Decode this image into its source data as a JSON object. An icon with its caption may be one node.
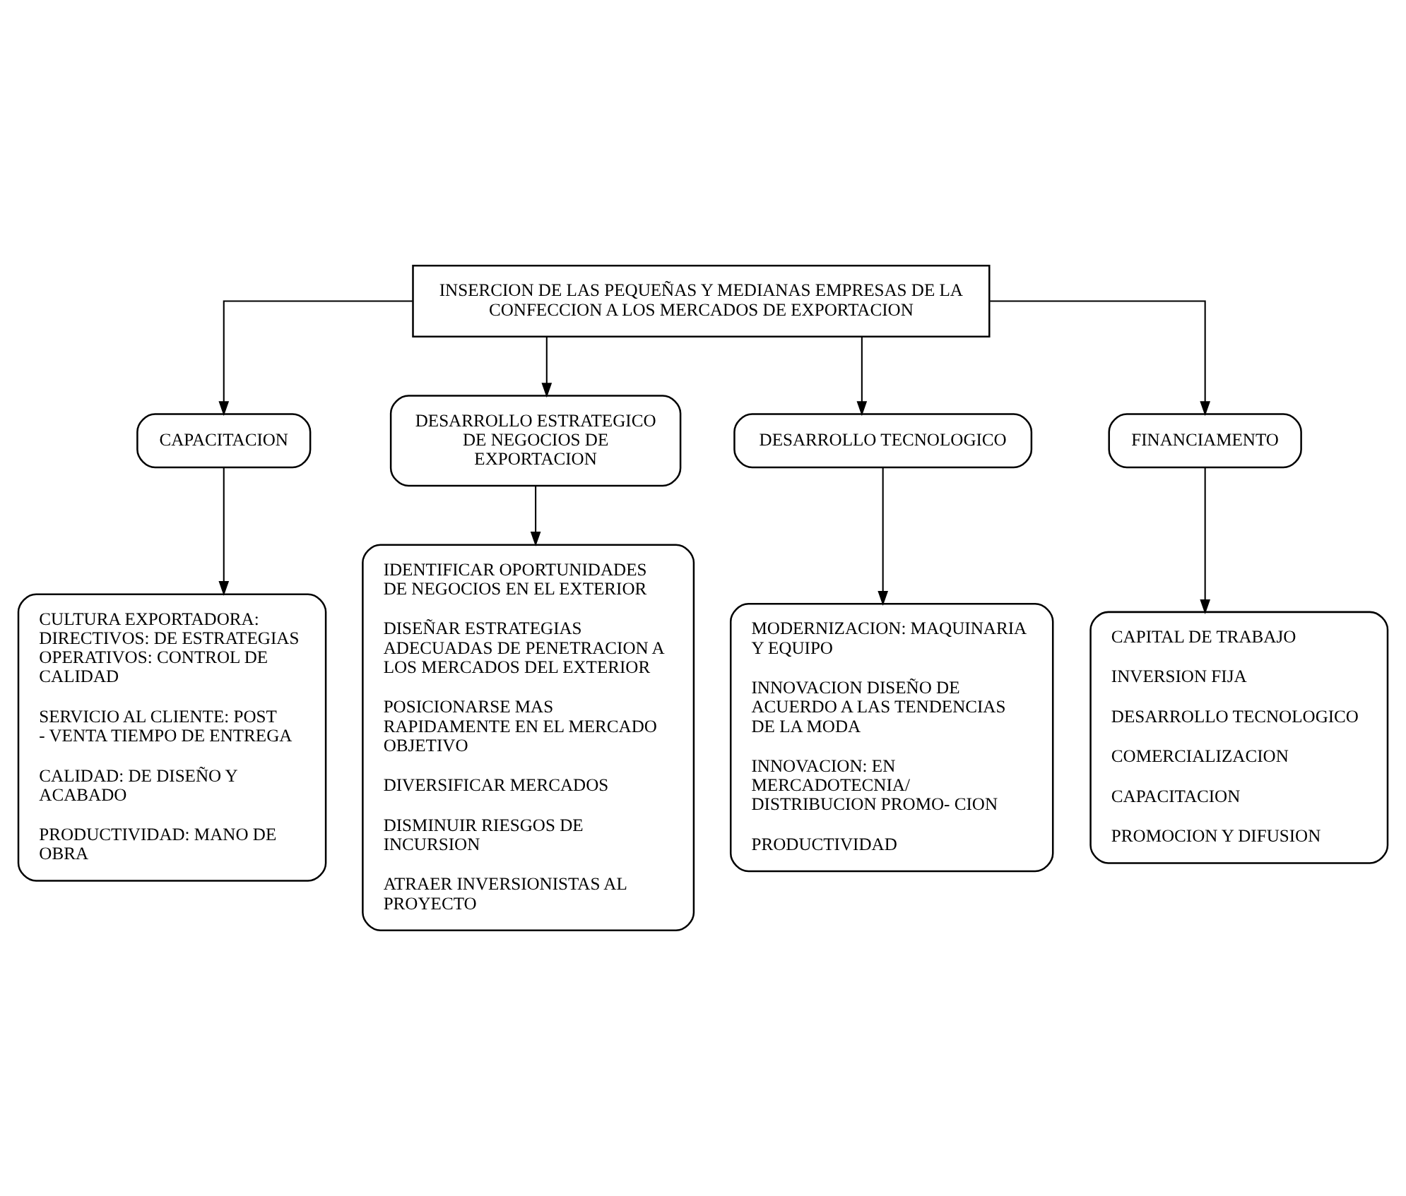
{
  "diagram": {
    "nodes": [
      {
        "text": [
          "INSERCION DE LAS PEQUEÑAS Y MEDIANAS EMPRESAS DE LA CONFECCION A LOS MERCADOS DE EXPORTACION"
        ]
      },
      {
        "text": [
          "CAPACITACION"
        ]
      },
      {
        "text": [
          "DESARROLLO ESTRATEGICO DE NEGOCIOS DE EXPORTACION"
        ]
      },
      {
        "text": [
          "DESARROLLO TECNOLOGICO"
        ]
      },
      {
        "text": [
          "FINANCIAMENTO"
        ]
      },
      {
        "text": [
          "CULTURA EXPORTADORA: DIRECTIVOS: DE ESTRATEGIAS OPERATIVOS: CONTROL DE CALIDAD",
          "SERVICIO AL CLIENTE: POST - VENTA TIEMPO DE ENTREGA",
          "CALIDAD: DE DISEÑO Y ACABADO",
          "PRODUCTIVIDAD: MANO DE OBRA"
        ]
      },
      {
        "text": [
          "IDENTIFICAR OPORTUNIDADES DE NEGOCIOS EN EL EXTERIOR",
          "DISEÑAR ESTRATEGIAS ADECUADAS DE PENETRACION A LOS MERCADOS DEL EXTERIOR",
          "POSICIONARSE MAS RAPIDAMENTE EN EL MERCADO OBJETIVO",
          "DIVERSIFICAR MERCADOS",
          "DISMINUIR RIESGOS DE INCURSION",
          "ATRAER INVERSIONISTAS AL PROYECTO"
        ]
      },
      {
        "text": [
          "MODERNIZACION: MAQUINARIA Y EQUIPO",
          "INNOVACION DISEÑO DE ACUERDO A LAS TENDENCIAS DE LA MODA",
          "INNOVACION: EN MERCADOTECNIA/ DISTRIBUCION PROMO- CION",
          "PRODUCTIVIDAD"
        ]
      },
      {
        "text": [
          "CAPITAL DE TRABAJO",
          "INVERSION FIJA",
          "DESARROLLO TECNOLOGICO",
          "COMERCIALIZACION",
          "CAPACITACION",
          "PROMOCION Y DIFUSION"
        ]
      }
    ],
    "edges": [
      {
        "from": 0,
        "to": 1,
        "arrow": "to"
      },
      {
        "from": 0,
        "to": 2,
        "arrow": "to"
      },
      {
        "from": 0,
        "to": 3,
        "arrow": "to"
      },
      {
        "from": 0,
        "to": 4,
        "arrow": "to"
      },
      {
        "from": 1,
        "to": 5,
        "arrow": "to"
      },
      {
        "from": 2,
        "to": 6,
        "arrow": "to"
      },
      {
        "from": 3,
        "to": 7,
        "arrow": "to"
      },
      {
        "from": 4,
        "to": 8,
        "arrow": "to"
      }
    ]
  }
}
